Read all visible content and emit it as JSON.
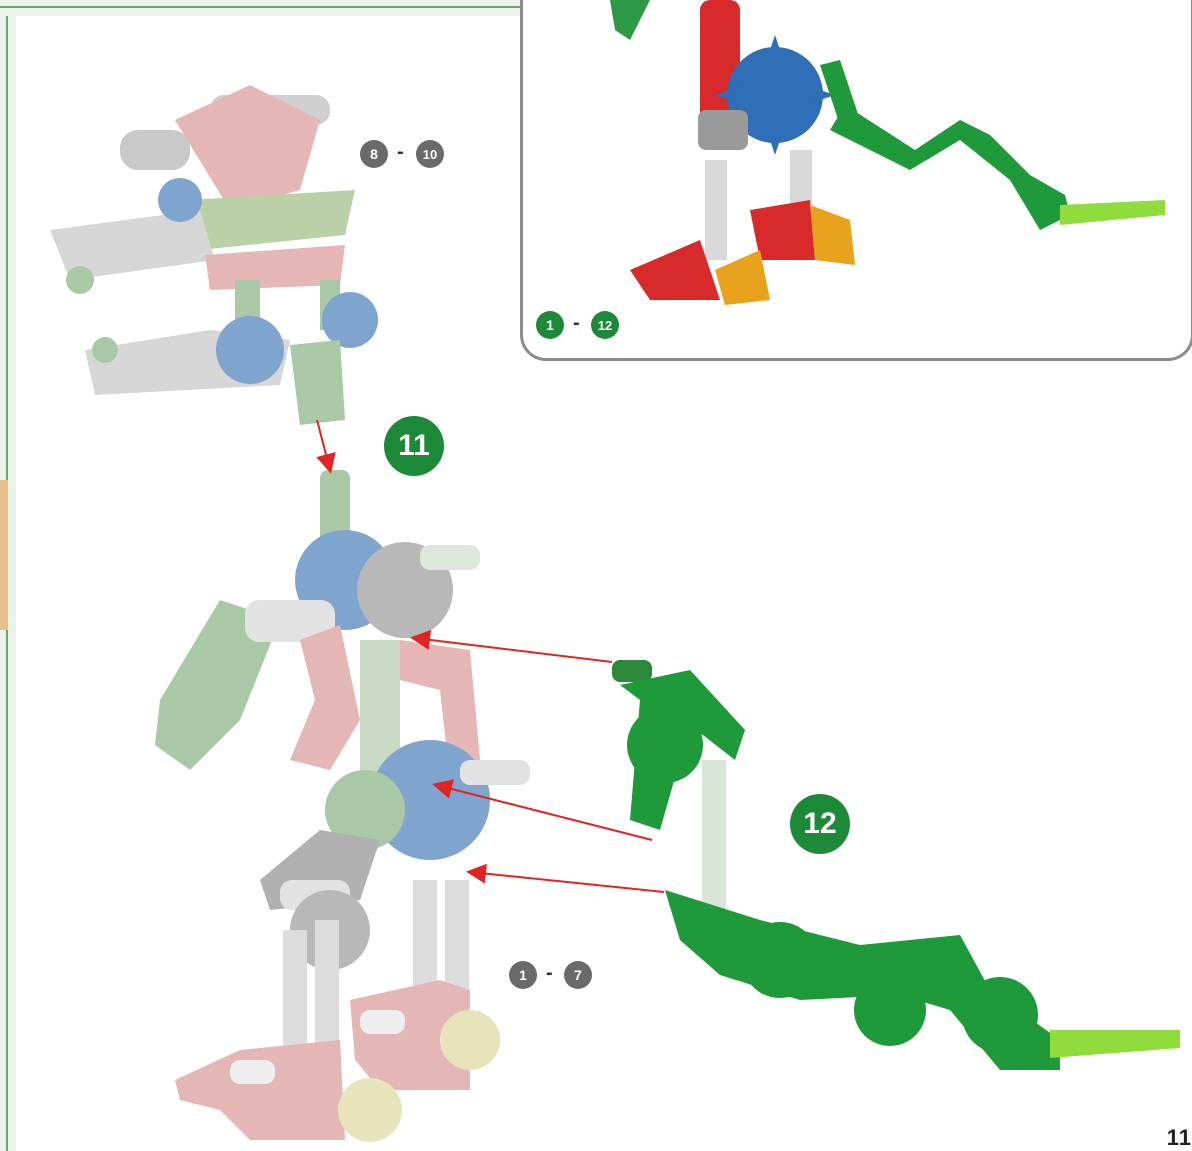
{
  "inset": {
    "range_start": "1",
    "range_sep": "-",
    "range_end": "12"
  },
  "steps": {
    "subassembly_top": {
      "start": "8",
      "sep": "-",
      "end": "10"
    },
    "subassembly_bottom": {
      "start": "1",
      "sep": "-",
      "end": "7"
    },
    "step_11": "11",
    "step_12": "12"
  },
  "page_number": "11",
  "colors": {
    "frame_green": "#6ea56a",
    "badge_green": "#1d8a3a",
    "badge_gray": "#6a6a6a",
    "arrow_red": "#e02424",
    "piece_green": "#1e9a3a",
    "piece_blue": "#7fa5cf",
    "piece_pink": "#e4b6b6",
    "piece_sage": "#a9c8a6",
    "piece_gray": "#b8b8b8"
  }
}
